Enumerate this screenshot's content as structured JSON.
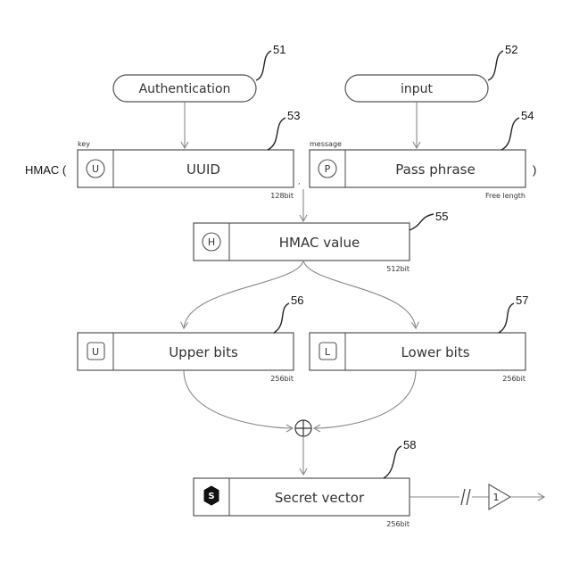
{
  "diagram": {
    "auth_label": "Authentication",
    "input_label": "input",
    "hmac_prefix": "HMAC (",
    "hmac_suffix": ")",
    "comma": ",",
    "key_caption": "key",
    "message_caption": "message",
    "uuid": {
      "icon": "U",
      "label": "UUID",
      "size": "128bit",
      "ref": "53"
    },
    "pass": {
      "icon": "P",
      "label": "Pass phrase",
      "size": "Free length",
      "ref": "54"
    },
    "hmac_value": {
      "icon": "H",
      "label": "HMAC value",
      "size": "512bit",
      "ref": "55"
    },
    "upper": {
      "icon": "U",
      "label": "Upper bits",
      "size": "256bit",
      "ref": "56"
    },
    "lower": {
      "icon": "L",
      "label": "Lower bits",
      "size": "256bit",
      "ref": "57"
    },
    "secret": {
      "icon": "S",
      "label": "Secret vector",
      "size": "256bit",
      "ref": "58"
    },
    "auth_ref": "51",
    "input_ref": "52",
    "output_marker": "1",
    "icons": {
      "xor": "circle-plus-icon",
      "break": "double-slash-icon",
      "buffer": "triangle-buffer-icon"
    }
  }
}
